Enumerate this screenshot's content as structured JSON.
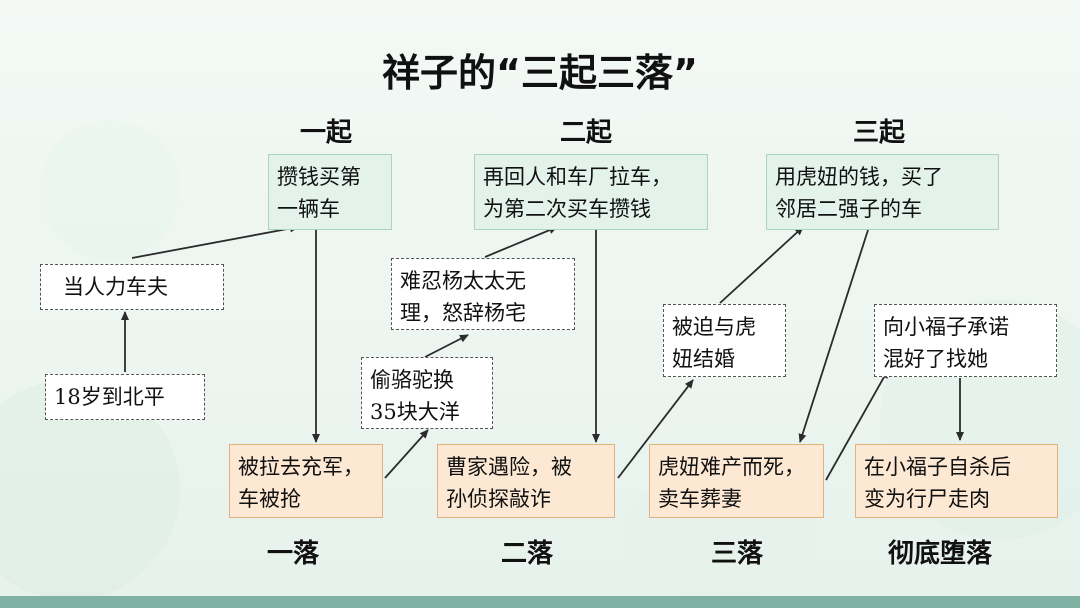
{
  "title": "祥子的“三起三落”",
  "rises": [
    "一起",
    "二起",
    "三起"
  ],
  "falls": [
    "一落",
    "二落",
    "三落",
    "彻底堕落"
  ],
  "boxes": {
    "age18": [
      "18岁到北平"
    ],
    "rickshaw_puller": [
      "当人力车夫"
    ],
    "rise1": [
      "攒钱买第",
      "一辆车"
    ],
    "fall1": [
      "被拉去充军，",
      "车被抢"
    ],
    "steal_camels": [
      "偷骆驼换",
      "35块大洋"
    ],
    "leave_yang": [
      "难忍杨太太无",
      "理，怒辞杨宅"
    ],
    "rise2": [
      "再回人和车厂拉车，",
      "为第二次买车攒钱"
    ],
    "fall2": [
      "曹家遇险，被",
      "孙侦探敲诈"
    ],
    "marry_huniu": [
      "被迫与虎",
      "妞结婚"
    ],
    "rise3": [
      "用虎妞的钱，买了",
      "邻居二强子的车"
    ],
    "fall3": [
      "虎妞难产而死，",
      "卖车葬妻"
    ],
    "promise_xiaofuzi": [
      "向小福子承诺",
      "混好了找她"
    ],
    "final_fall": [
      "在小福子自杀后",
      "变为行尸走肉"
    ]
  },
  "colors": {
    "rise_box": "#e3f2ea",
    "fall_box": "#fde9d3",
    "step_box": "#ffffff",
    "arrow": "#2b2b2b"
  }
}
